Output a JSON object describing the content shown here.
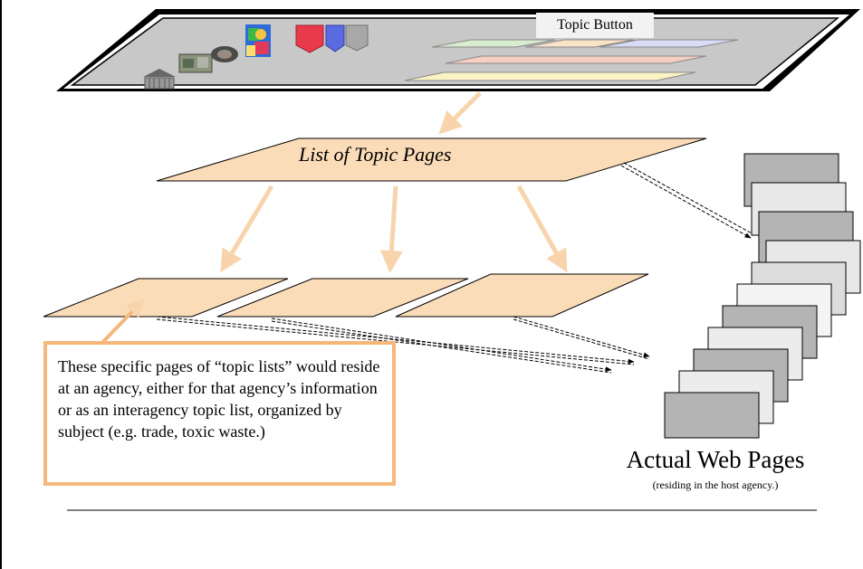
{
  "top_panel": {
    "topic_button_label": "Topic Button",
    "icons": [
      "building-icon",
      "photo-thumbnail-icon",
      "globe-icon",
      "person-reading-icon",
      "shield-red-icon",
      "shield-blue-icon",
      "shield-gray-icon"
    ],
    "colors": {
      "panel_fill": "#c8c8c8",
      "bars": [
        "#d8ecd0",
        "#fbe3c8",
        "#d8dcf4",
        "#f6cfc2",
        "#fbf3c4"
      ]
    }
  },
  "list_of_topic_pages": {
    "title": "List of Topic Pages",
    "fill": "#fbdcb8"
  },
  "note": {
    "text": "These specific pages of “topic lists” would reside at an agency, either for that agency’s information or as an interagency topic list, organized by subject (e.g. trade, toxic waste.)",
    "border_color": "#f5b77a"
  },
  "web_pages": {
    "title": "Actual Web Pages",
    "subtitle": "(residing in the host agency.)"
  },
  "arrow_color": "#f8d4ac"
}
